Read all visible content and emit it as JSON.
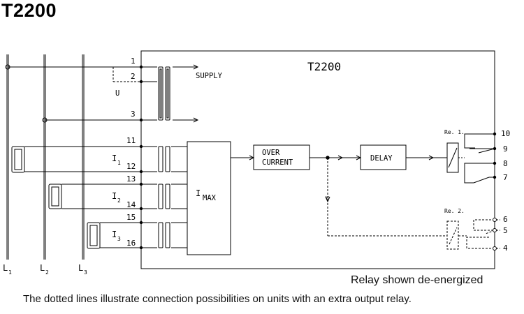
{
  "title": "T2200",
  "diagram": {
    "unit_label": "T2200",
    "supply_label": "SUPPLY",
    "u_label": "U",
    "overcurrent_line1": "OVER",
    "overcurrent_line2": "CURRENT",
    "delay_label": "DELAY",
    "imax_prefix": "I",
    "imax_suffix": "MAX",
    "relay1_label": "Re. 1.",
    "relay2_label": "Re. 2.",
    "v_mark": "V",
    "inputs": [
      {
        "letter": "I",
        "sub": "1"
      },
      {
        "letter": "I",
        "sub": "2"
      },
      {
        "letter": "I",
        "sub": "3"
      }
    ],
    "phases": [
      {
        "letter": "L",
        "sub": "1"
      },
      {
        "letter": "L",
        "sub": "2"
      },
      {
        "letter": "L",
        "sub": "3"
      }
    ],
    "left_pins": [
      "1",
      "2",
      "3",
      "11",
      "12",
      "13",
      "14",
      "15",
      "16"
    ],
    "right_pins": [
      "10",
      "9",
      "8",
      "7",
      "6",
      "5",
      "4"
    ]
  },
  "caption_relay": "Relay shown de-energized",
  "caption_note": "The dotted lines illustrate connection possibilities on units with an extra output relay."
}
